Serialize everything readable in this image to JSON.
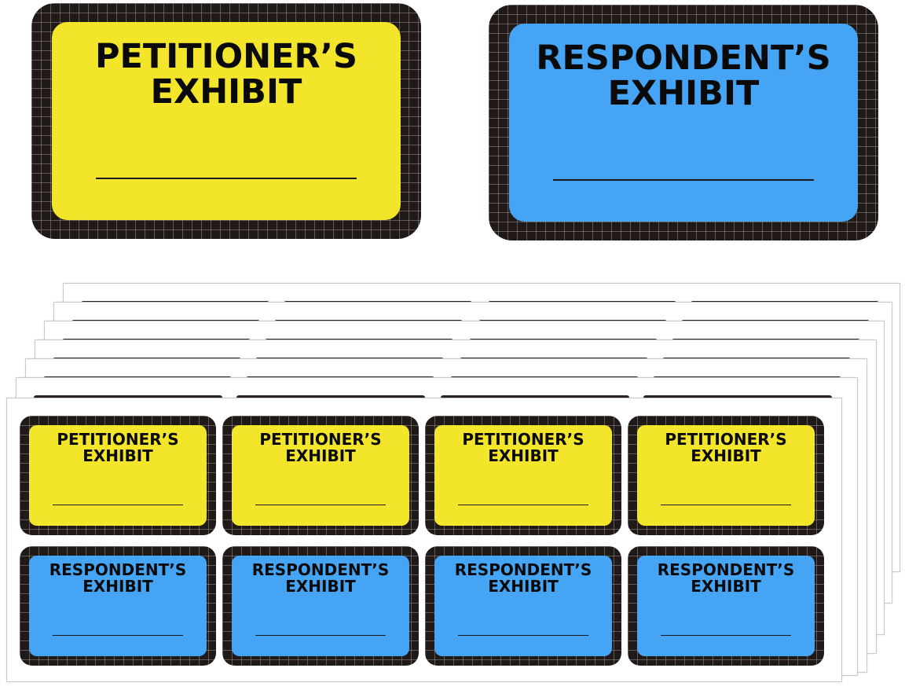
{
  "labels": {
    "petitioner": {
      "line1": "PETITIONER’S",
      "line2": "EXHIBIT",
      "color": "#f2e52a"
    },
    "respondent": {
      "line1": "RESPONDENT’S",
      "line2": "EXHIBIT",
      "color": "#45a4f4"
    }
  },
  "border_color": "#1f1a18",
  "sheet": {
    "rows": 2,
    "columns": 4,
    "stacked_sheets": 7
  }
}
